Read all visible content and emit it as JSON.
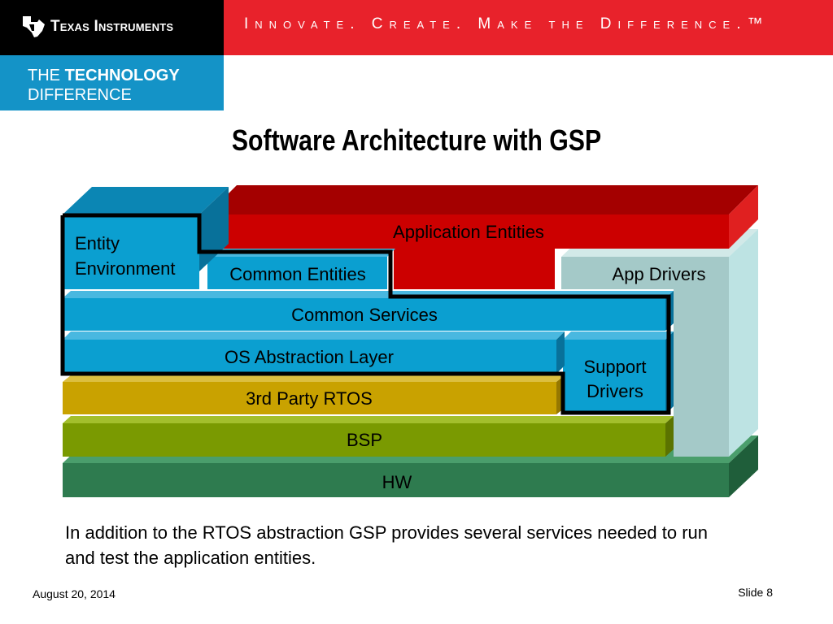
{
  "header": {
    "company": "Texas Instruments",
    "tagline": "Innovate. Create. Make the Difference.™",
    "tech_line1_prefix": "THE ",
    "tech_line1_bold": "TECHNOLOGY",
    "tech_line2": "DIFFERENCE"
  },
  "slide": {
    "title": "Software Architecture with GSP",
    "caption": "In addition to the RTOS abstraction GSP provides several services needed to run and test the application entities.",
    "date": "August 20, 2014",
    "slide_number": "Slide 8"
  },
  "diagram": {
    "layers": {
      "application_entities": "Application Entities",
      "entity_environment_line1": "Entity",
      "entity_environment_line2": "Environment",
      "common_entities": "Common Entities",
      "app_drivers": "App Drivers",
      "common_services": "Common Services",
      "os_abstraction": "OS Abstraction Layer",
      "support_drivers_line1": "Support",
      "support_drivers_line2": "Drivers",
      "rtos": "3rd Party RTOS",
      "bsp": "BSP",
      "hw": "HW"
    },
    "colors": {
      "red": "#cc0000",
      "blue": "#0b9fd0",
      "gold": "#c9a200",
      "green": "#7a9a01",
      "dark_green": "#2e7b4f",
      "app_drivers": "#a4c9c8"
    }
  }
}
